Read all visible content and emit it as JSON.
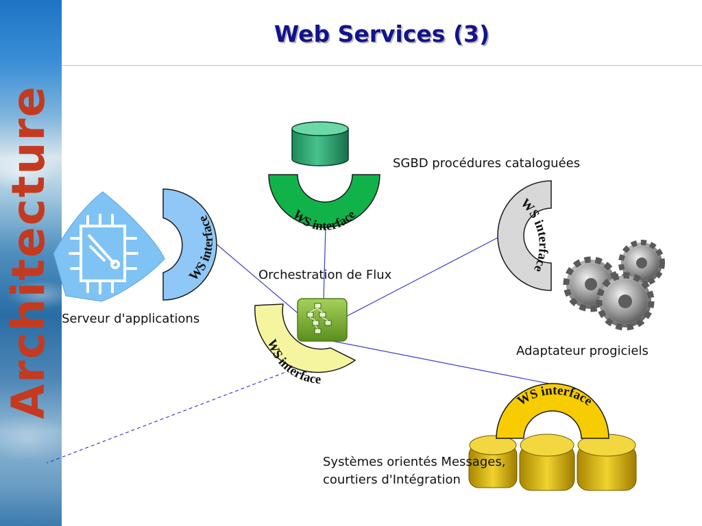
{
  "slide": {
    "title": "Web Services (3)",
    "side_heading": "Architecture"
  },
  "diagram": {
    "nodes": {
      "database": "SGBD procédures cataloguées",
      "app_server": "Serveur d'applications",
      "orchestration": "Orchestration de Flux",
      "adapters": "Adaptateur progiciels",
      "messaging_line1": "Systèmes orientés Messages,",
      "messaging_line2": "courtiers d'Intégration"
    },
    "interfaces": {
      "top": "WS interface",
      "left": "WS interface",
      "right": "WS interface",
      "center": "WS interface",
      "bottom": "WS interface"
    },
    "colors": {
      "title": "#14138a",
      "side_heading": "#c43a21",
      "ws_top": "#12b24a",
      "ws_left": "#8fc8f7",
      "ws_right": "#d8d8d8",
      "ws_center": "#f5f5a0",
      "ws_bottom": "#f7cc00",
      "connector": "#3a3acc"
    }
  }
}
